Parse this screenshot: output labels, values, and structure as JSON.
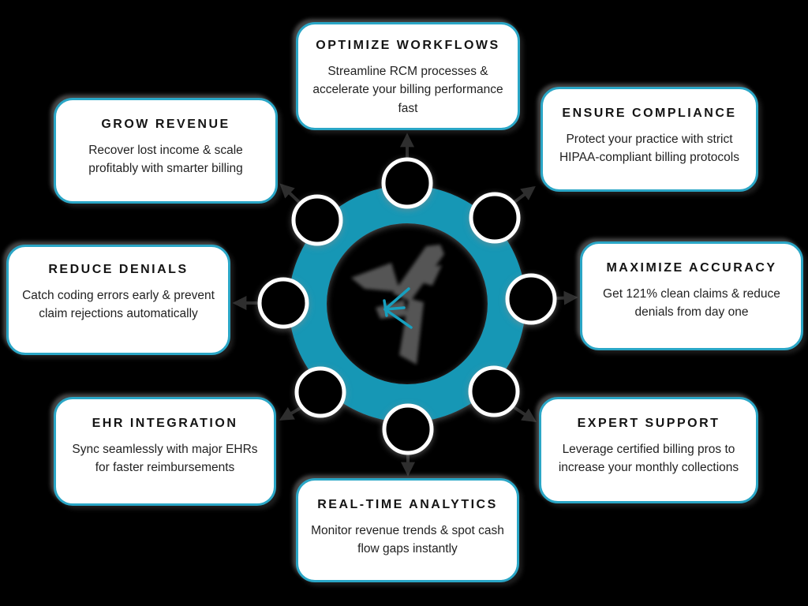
{
  "diagram": {
    "type": "hub-and-spoke-infographic",
    "background_color": "#000000",
    "ring_color": "#1797b5",
    "box_border_color": "#2aa6c6",
    "connector_color": "#2e2e2e",
    "node_count": 8,
    "center_icon": "teal-left-arrow-logo",
    "boxes": [
      {
        "id": "optimize-workflows",
        "position": "top",
        "title": "OPTIMIZE WORKFLOWS",
        "description": "Streamline RCM processes & accelerate your billing performance fast"
      },
      {
        "id": "ensure-compliance",
        "position": "top-right",
        "title": "ENSURE COMPLIANCE",
        "description": "Protect your practice with strict HIPAA-compliant billing protocols"
      },
      {
        "id": "maximize-accuracy",
        "position": "right",
        "title": "MAXIMIZE ACCURACY",
        "description": "Get 121% clean claims & reduce denials from day one"
      },
      {
        "id": "expert-support",
        "position": "bottom-right",
        "title": "EXPERT SUPPORT",
        "description": "Leverage certified billing pros to increase your monthly collections"
      },
      {
        "id": "real-time-analytics",
        "position": "bottom",
        "title": "REAL-TIME ANALYTICS",
        "description": "Monitor revenue trends & spot cash flow gaps instantly"
      },
      {
        "id": "ehr-integration",
        "position": "bottom-left",
        "title": "EHR INTEGRATION",
        "description": "Sync seamlessly with major EHRs for faster reimbursements"
      },
      {
        "id": "reduce-denials",
        "position": "left",
        "title": "REDUCE DENIALS",
        "description": "Catch coding errors early & prevent claim rejections automatically"
      },
      {
        "id": "grow-revenue",
        "position": "top-left",
        "title": "GROW REVENUE",
        "description": "Recover lost income & scale profitably with smarter billing"
      }
    ]
  }
}
